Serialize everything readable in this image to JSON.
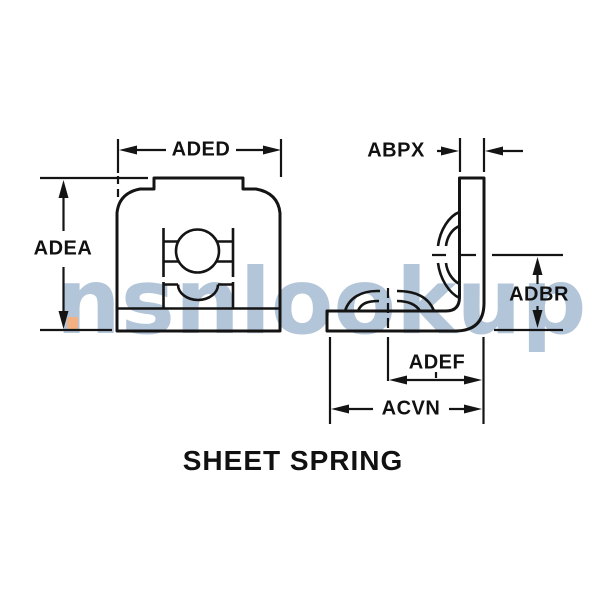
{
  "diagram": {
    "title": "SHEET SPRING",
    "dimension_labels": {
      "top_width": "ADED",
      "left_height": "ADEA",
      "thickness": "ABPX",
      "right_height": "ADBR",
      "inner_width": "ADEF",
      "base_width": "ACVN"
    }
  },
  "watermark": {
    "text": "nsnlookup"
  },
  "colors": {
    "line": "#141414",
    "background": "#ffffff",
    "watermark": "#b3c5d8",
    "watermark_accent": "#f3b183",
    "label_text": "#111111"
  }
}
